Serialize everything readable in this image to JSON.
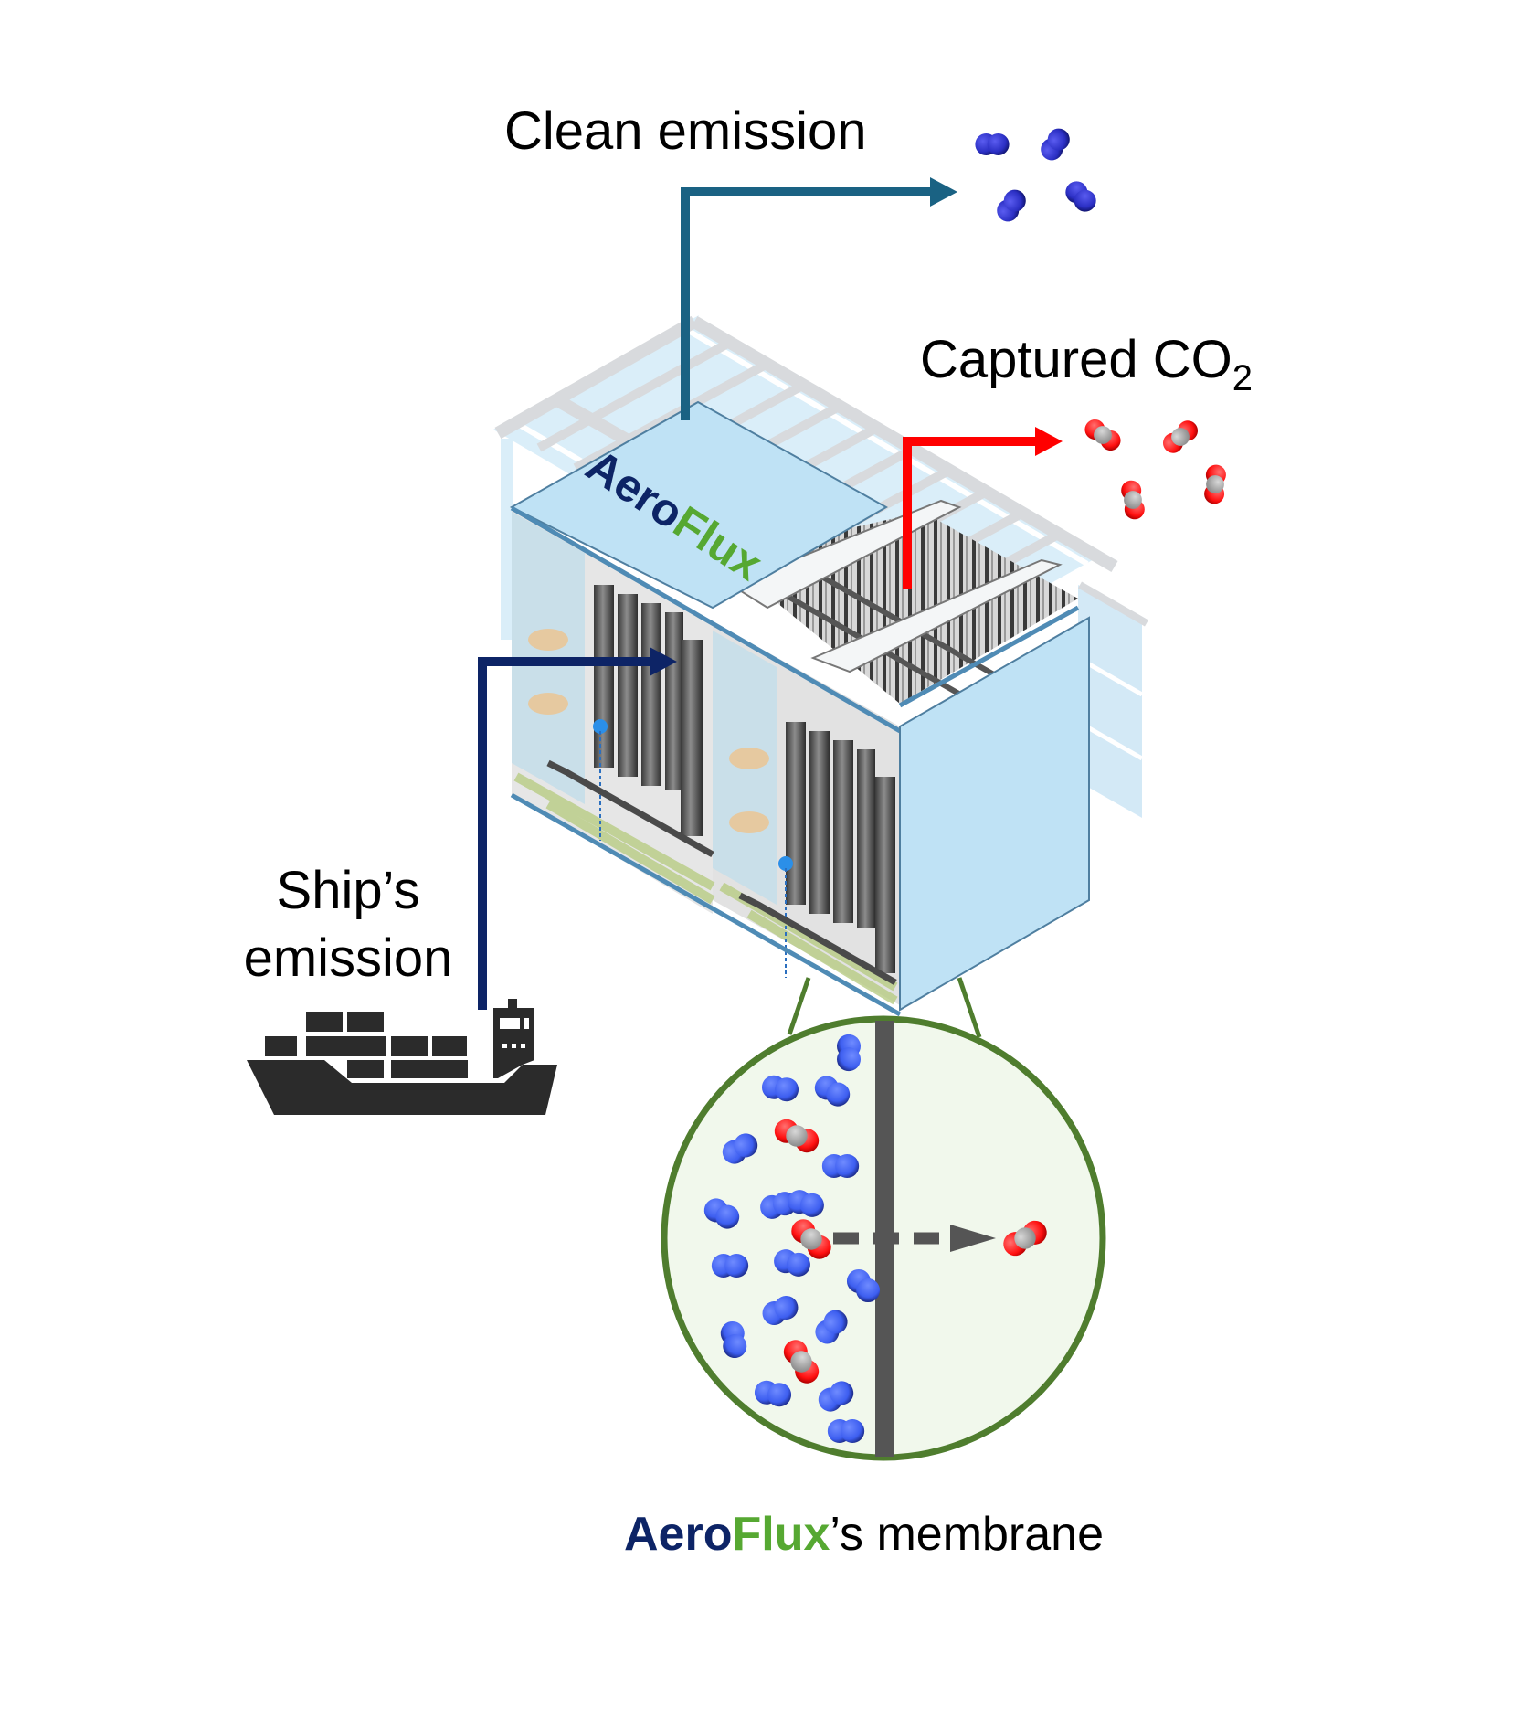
{
  "labels": {
    "clean_emission": "Clean emission",
    "captured_co2_prefix": "Captured CO",
    "captured_co2_subscript": "2",
    "ships_emission_line1": "Ship’s",
    "ships_emission_line2": "emission",
    "membrane_caption_brand_part1": "Aero",
    "membrane_caption_brand_part2": "Flux",
    "membrane_caption_suffix": "’s membrane"
  },
  "logo": {
    "part1": "Aero",
    "part2": "Flux"
  },
  "colors": {
    "brand_navy": "#0d2466",
    "brand_green": "#56a832",
    "clean_arrow": "#1a6283",
    "co2_arrow": "#ff0000",
    "inlet_arrow": "#0d2466",
    "container_panel": "#bfe2f5",
    "magnifier_ring": "#4f7d2e",
    "magnifier_fill": "#f1f8ec",
    "membrane_wall": "#555555",
    "n2_molecule": "#3d5ef0",
    "co2_oxygen": "#ff1a1a",
    "co2_carbon": "#9a9a9a",
    "ship": "#2b2b2b"
  },
  "legend": {
    "flows": [
      {
        "name": "Ship's emission",
        "direction": "into container"
      },
      {
        "name": "Clean emission",
        "molecule": "N2"
      },
      {
        "name": "Captured CO2",
        "molecule": "CO2"
      }
    ],
    "magnifier": {
      "feed_side_n2_count": 20,
      "feed_side_co2_count": 3,
      "permeate_side_co2_count": 1
    }
  }
}
